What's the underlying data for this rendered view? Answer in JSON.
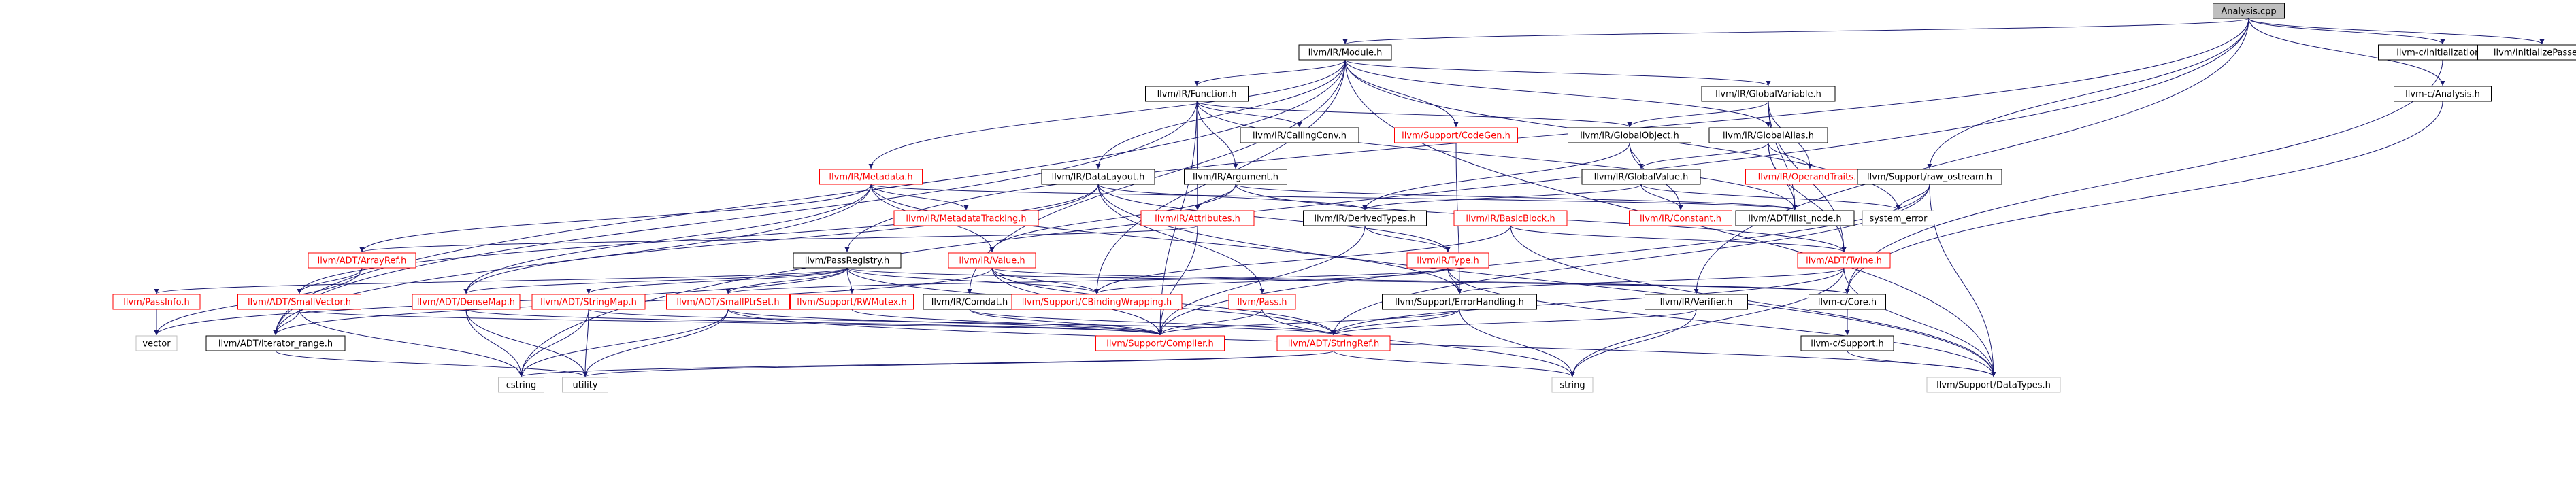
{
  "colors": {
    "edge": "#191970",
    "normal_border": "#000000",
    "normal_text": "#000000",
    "incomplete_border": "#ff0000",
    "incomplete_text": "#ff0000",
    "external_border": "#bfbfbf",
    "external_text": "#000000",
    "root_fill": "#bfbfbf"
  },
  "nodes": [
    {
      "id": "root",
      "label": "Analysis.cpp",
      "kind": "root"
    },
    {
      "id": "module",
      "label": "llvm/IR/Module.h",
      "kind": "normal"
    },
    {
      "id": "cinit",
      "label": "llvm-c/Initialization.h",
      "kind": "normal"
    },
    {
      "id": "initpasses",
      "label": "llvm/InitializePasses.h",
      "kind": "normal"
    },
    {
      "id": "function",
      "label": "llvm/IR/Function.h",
      "kind": "normal"
    },
    {
      "id": "globalvar",
      "label": "llvm/IR/GlobalVariable.h",
      "kind": "normal"
    },
    {
      "id": "canalysis",
      "label": "llvm-c/Analysis.h",
      "kind": "normal"
    },
    {
      "id": "callingconv",
      "label": "llvm/IR/CallingConv.h",
      "kind": "normal"
    },
    {
      "id": "codegen",
      "label": "llvm/Support/CodeGen.h",
      "kind": "incomplete"
    },
    {
      "id": "globalobject",
      "label": "llvm/IR/GlobalObject.h",
      "kind": "normal"
    },
    {
      "id": "globalalias",
      "label": "llvm/IR/GlobalAlias.h",
      "kind": "normal"
    },
    {
      "id": "metadata",
      "label": "llvm/IR/Metadata.h",
      "kind": "incomplete"
    },
    {
      "id": "datalayout",
      "label": "llvm/IR/DataLayout.h",
      "kind": "normal"
    },
    {
      "id": "argument",
      "label": "llvm/IR/Argument.h",
      "kind": "normal"
    },
    {
      "id": "operandtraits",
      "label": "llvm/IR/OperandTraits.h",
      "kind": "incomplete"
    },
    {
      "id": "globalvalue",
      "label": "llvm/IR/GlobalValue.h",
      "kind": "normal"
    },
    {
      "id": "rawostream",
      "label": "llvm/Support/raw_ostream.h",
      "kind": "normal"
    },
    {
      "id": "metatracking",
      "label": "llvm/IR/MetadataTracking.h",
      "kind": "incomplete"
    },
    {
      "id": "attributes",
      "label": "llvm/IR/Attributes.h",
      "kind": "incomplete"
    },
    {
      "id": "derivedtypes",
      "label": "llvm/IR/DerivedTypes.h",
      "kind": "normal"
    },
    {
      "id": "basicblock",
      "label": "llvm/IR/BasicBlock.h",
      "kind": "incomplete"
    },
    {
      "id": "constant",
      "label": "llvm/IR/Constant.h",
      "kind": "incomplete"
    },
    {
      "id": "ilistnode",
      "label": "llvm/ADT/ilist_node.h",
      "kind": "normal"
    },
    {
      "id": "systemerror",
      "label": "system_error",
      "kind": "external"
    },
    {
      "id": "arrayref",
      "label": "llvm/ADT/ArrayRef.h",
      "kind": "incomplete"
    },
    {
      "id": "passregistry",
      "label": "llvm/PassRegistry.h",
      "kind": "normal"
    },
    {
      "id": "value",
      "label": "llvm/IR/Value.h",
      "kind": "incomplete"
    },
    {
      "id": "type",
      "label": "llvm/IR/Type.h",
      "kind": "incomplete"
    },
    {
      "id": "twine",
      "label": "llvm/ADT/Twine.h",
      "kind": "incomplete"
    },
    {
      "id": "passinfo",
      "label": "llvm/PassInfo.h",
      "kind": "incomplete"
    },
    {
      "id": "smallvector",
      "label": "llvm/ADT/SmallVector.h",
      "kind": "incomplete"
    },
    {
      "id": "densemap",
      "label": "llvm/ADT/DenseMap.h",
      "kind": "incomplete"
    },
    {
      "id": "stringmap",
      "label": "llvm/ADT/StringMap.h",
      "kind": "incomplete"
    },
    {
      "id": "smallptrset",
      "label": "llvm/ADT/SmallPtrSet.h",
      "kind": "incomplete"
    },
    {
      "id": "rwmutex",
      "label": "llvm/Support/RWMutex.h",
      "kind": "incomplete"
    },
    {
      "id": "comdat",
      "label": "llvm/IR/Comdat.h",
      "kind": "normal"
    },
    {
      "id": "cbinding",
      "label": "llvm/Support/CBindingWrapping.h",
      "kind": "incomplete"
    },
    {
      "id": "pass",
      "label": "llvm/Pass.h",
      "kind": "incomplete"
    },
    {
      "id": "errorhandling",
      "label": "llvm/Support/ErrorHandling.h",
      "kind": "normal"
    },
    {
      "id": "verifier",
      "label": "llvm/IR/Verifier.h",
      "kind": "normal"
    },
    {
      "id": "ccore",
      "label": "llvm-c/Core.h",
      "kind": "normal"
    },
    {
      "id": "vector",
      "label": "vector",
      "kind": "external"
    },
    {
      "id": "iterrange",
      "label": "llvm/ADT/iterator_range.h",
      "kind": "normal"
    },
    {
      "id": "compiler",
      "label": "llvm/Support/Compiler.h",
      "kind": "incomplete"
    },
    {
      "id": "stringref",
      "label": "llvm/ADT/StringRef.h",
      "kind": "incomplete"
    },
    {
      "id": "csupport",
      "label": "llvm-c/Support.h",
      "kind": "normal"
    },
    {
      "id": "cstring",
      "label": "cstring",
      "kind": "external"
    },
    {
      "id": "utility",
      "label": "utility",
      "kind": "external"
    },
    {
      "id": "string",
      "label": "string",
      "kind": "external"
    },
    {
      "id": "datatypes",
      "label": "llvm/Support/DataTypes.h",
      "kind": "external"
    }
  ],
  "edges": [
    [
      "root",
      "module"
    ],
    [
      "root",
      "cinit"
    ],
    [
      "root",
      "initpasses"
    ],
    [
      "root",
      "canalysis"
    ],
    [
      "root",
      "verifier"
    ],
    [
      "root",
      "rawostream"
    ],
    [
      "root",
      "passregistry"
    ],
    [
      "root",
      "cstring"
    ],
    [
      "module",
      "function"
    ],
    [
      "module",
      "globalvar"
    ],
    [
      "module",
      "globalalias"
    ],
    [
      "module",
      "metadata"
    ],
    [
      "module",
      "datalayout"
    ],
    [
      "module",
      "codegen"
    ],
    [
      "module",
      "comdat"
    ],
    [
      "module",
      "cbinding"
    ],
    [
      "module",
      "iterrange"
    ],
    [
      "module",
      "systemerror"
    ],
    [
      "module",
      "datatypes"
    ],
    [
      "function",
      "callingconv"
    ],
    [
      "function",
      "globalobject"
    ],
    [
      "function",
      "argument"
    ],
    [
      "function",
      "attributes"
    ],
    [
      "function",
      "ilistnode"
    ],
    [
      "function",
      "iterrange"
    ],
    [
      "function",
      "compiler"
    ],
    [
      "globalvar",
      "globalobject"
    ],
    [
      "globalvar",
      "operandtraits"
    ],
    [
      "globalvar",
      "ilistnode"
    ],
    [
      "globalvar",
      "twine"
    ],
    [
      "globalalias",
      "globalvalue"
    ],
    [
      "globalalias",
      "operandtraits"
    ],
    [
      "globalalias",
      "ilistnode"
    ],
    [
      "globalalias",
      "twine"
    ],
    [
      "globalobject",
      "globalvalue"
    ],
    [
      "globalobject",
      "derivedtypes"
    ],
    [
      "globalobject",
      "constant"
    ],
    [
      "globalvalue",
      "constant"
    ],
    [
      "globalvalue",
      "derivedtypes"
    ],
    [
      "globalvalue",
      "systemerror"
    ],
    [
      "metadata",
      "metatracking"
    ],
    [
      "metadata",
      "arrayref"
    ],
    [
      "metadata",
      "value"
    ],
    [
      "metadata",
      "densemap"
    ],
    [
      "metadata",
      "ilistnode"
    ],
    [
      "metadata",
      "errorhandling"
    ],
    [
      "metadata",
      "iterrange"
    ],
    [
      "datalayout",
      "derivedtypes"
    ],
    [
      "datalayout",
      "type"
    ],
    [
      "datalayout",
      "pass"
    ],
    [
      "datalayout",
      "smallvector"
    ],
    [
      "datalayout",
      "densemap"
    ],
    [
      "datalayout",
      "datatypes"
    ],
    [
      "argument",
      "attributes"
    ],
    [
      "argument",
      "value"
    ],
    [
      "argument",
      "ilistnode"
    ],
    [
      "argument",
      "twine"
    ],
    [
      "attributes",
      "arrayref"
    ],
    [
      "attributes",
      "compiler"
    ],
    [
      "derivedtypes",
      "type"
    ],
    [
      "derivedtypes",
      "compiler"
    ],
    [
      "basicblock",
      "twine"
    ],
    [
      "basicblock",
      "cbinding"
    ],
    [
      "basicblock",
      "datatypes"
    ],
    [
      "codegen",
      "errorhandling"
    ],
    [
      "rawostream",
      "systemerror"
    ],
    [
      "rawostream",
      "stringref"
    ],
    [
      "rawostream",
      "compiler"
    ],
    [
      "rawostream",
      "datatypes"
    ],
    [
      "canalysis",
      "ccore"
    ],
    [
      "cinit",
      "ccore"
    ],
    [
      "arrayref",
      "smallvector"
    ],
    [
      "arrayref",
      "vector"
    ],
    [
      "passregistry",
      "passinfo"
    ],
    [
      "passregistry",
      "densemap"
    ],
    [
      "passregistry",
      "stringmap"
    ],
    [
      "passregistry",
      "smallptrset"
    ],
    [
      "passregistry",
      "rwmutex"
    ],
    [
      "passregistry",
      "cbinding"
    ],
    [
      "passregistry",
      "ccore"
    ],
    [
      "passregistry",
      "stringref"
    ],
    [
      "passregistry",
      "vector"
    ],
    [
      "value",
      "cbinding"
    ],
    [
      "value",
      "compiler"
    ],
    [
      "value",
      "iterrange"
    ],
    [
      "value",
      "ccore"
    ],
    [
      "value",
      "stringref"
    ],
    [
      "type",
      "smallptrset"
    ],
    [
      "type",
      "errorhandling"
    ],
    [
      "type",
      "cbinding"
    ],
    [
      "type",
      "datatypes"
    ],
    [
      "twine",
      "stringref"
    ],
    [
      "twine",
      "errorhandling"
    ],
    [
      "twine",
      "string"
    ],
    [
      "twine",
      "datatypes"
    ],
    [
      "passinfo",
      "vector"
    ],
    [
      "smallvector",
      "iterrange"
    ],
    [
      "smallvector",
      "compiler"
    ],
    [
      "smallvector",
      "cstring"
    ],
    [
      "densemap",
      "compiler"
    ],
    [
      "densemap",
      "cstring"
    ],
    [
      "densemap",
      "utility"
    ],
    [
      "stringmap",
      "stringref"
    ],
    [
      "stringmap",
      "cstring"
    ],
    [
      "stringmap",
      "utility"
    ],
    [
      "smallptrset",
      "compiler"
    ],
    [
      "smallptrset",
      "cstring"
    ],
    [
      "smallptrset",
      "utility"
    ],
    [
      "smallptrset",
      "datatypes"
    ],
    [
      "rwmutex",
      "compiler"
    ],
    [
      "comdat",
      "compiler"
    ],
    [
      "comdat",
      "stringref"
    ],
    [
      "pass",
      "compiler"
    ],
    [
      "pass",
      "string"
    ],
    [
      "errorhandling",
      "compiler"
    ],
    [
      "errorhandling",
      "stringref"
    ],
    [
      "errorhandling",
      "string"
    ],
    [
      "verifier",
      "stringref"
    ],
    [
      "verifier",
      "string"
    ],
    [
      "ccore",
      "csupport"
    ],
    [
      "csupport",
      "datatypes"
    ],
    [
      "iterrange",
      "utility"
    ],
    [
      "stringref",
      "cstring"
    ],
    [
      "stringref",
      "utility"
    ],
    [
      "stringref",
      "string"
    ]
  ]
}
